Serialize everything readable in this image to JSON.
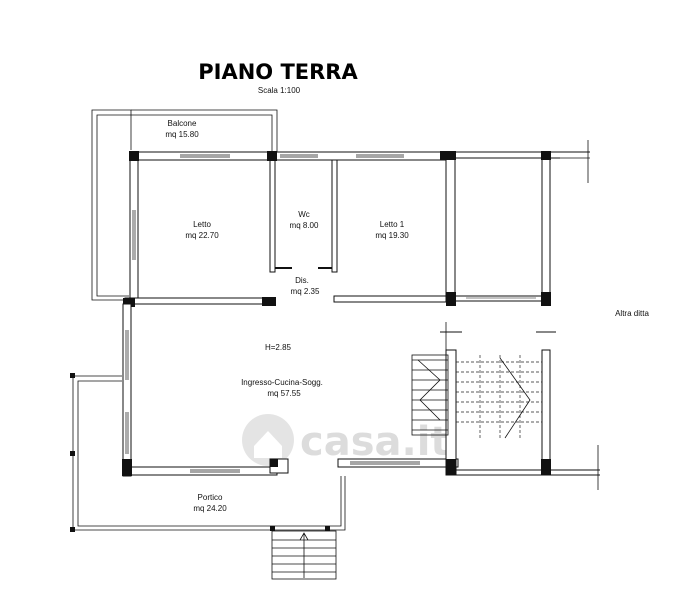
{
  "header": {
    "title": "PIANO TERRA",
    "scale": "Scala 1:100"
  },
  "rooms": {
    "balcone": {
      "name": "Balcone",
      "area": "mq 15.80"
    },
    "letto": {
      "name": "Letto",
      "area": "mq 22.70"
    },
    "wc": {
      "name": "Wc",
      "area": "mq 8.00"
    },
    "letto1": {
      "name": "Letto 1",
      "area": "mq 19.30"
    },
    "dis": {
      "name": "Dis.",
      "area": "mq 2.35"
    },
    "height": "H=2.85",
    "ingresso": {
      "name": "Ingresso-Cucina-Sogg.",
      "area": "mq 57.55"
    },
    "portico": {
      "name": "Portico",
      "area": "mq 24.20"
    }
  },
  "neighbor_label": "Altra ditta",
  "watermark": {
    "text": "casa.it",
    "icon": "house-icon"
  },
  "colors": {
    "line": "#111111",
    "watermark": "#d9d9d9",
    "background": "#ffffff"
  }
}
